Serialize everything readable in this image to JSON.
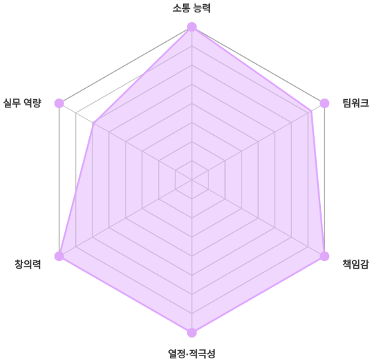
{
  "chart_data": {
    "type": "radar",
    "categories": [
      "소통 능력",
      "팀워크",
      "책임감",
      "열정·적극성",
      "창의력",
      "실무 역량"
    ],
    "series": [
      {
        "values": [
          5,
          4.5,
          5,
          5,
          5,
          3.7
        ]
      }
    ],
    "rmax": 5,
    "levels": 8,
    "grid": true,
    "legend": "none",
    "colors": {
      "fill": "#d8a0fa",
      "line": "#dfa6ff",
      "point": "#dfa8fb",
      "grid": "#c9c9c9",
      "label": "#333333"
    }
  }
}
